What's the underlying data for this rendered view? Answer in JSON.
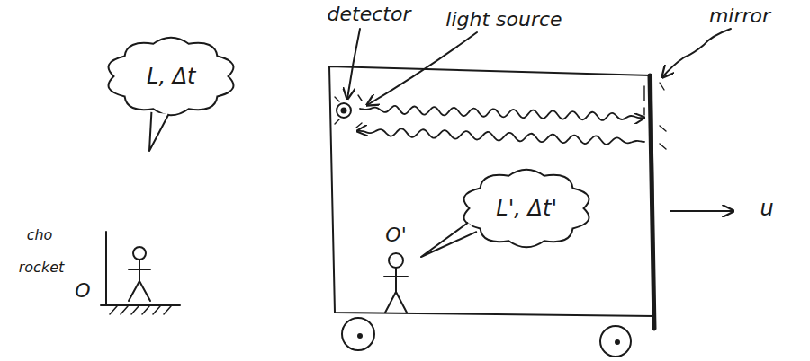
{
  "diagram": {
    "nodes": [
      {
        "text": [
          "L, Δt"
        ]
      },
      {
        "text": [
          "L', Δt'"
        ]
      }
    ],
    "labels": [
      "detector",
      "light source",
      "mirror",
      "O'",
      "u",
      "cho",
      "rocket",
      "O"
    ]
  }
}
